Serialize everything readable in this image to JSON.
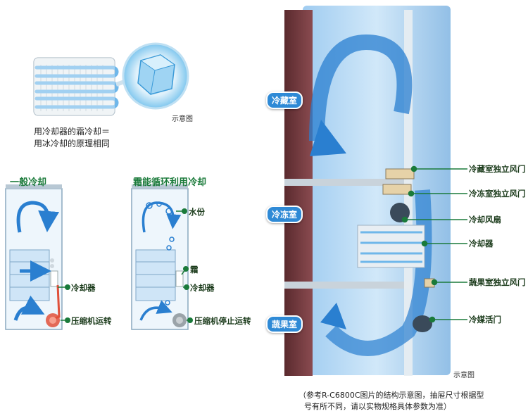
{
  "top_left": {
    "caption_line1": "用冷却器的霜冷却＝",
    "caption_line2": "用冰冷却的原理相同",
    "schematic_note": "示意图"
  },
  "left_diagram": {
    "title": "一般冷却",
    "label_cooler": "冷却器",
    "label_compressor": "压缩机运转"
  },
  "mid_diagram": {
    "title": "霜能循环利用冷却",
    "label_moisture": "水份",
    "label_frost": "霜",
    "label_cooler": "冷却器",
    "label_compressor": "压缩机停止运转"
  },
  "fridge": {
    "zone_fridge": "冷藏室",
    "zone_freezer": "冷冻室",
    "zone_veg": "蔬果室",
    "callouts": [
      "冷藏室独立风门",
      "冷冻室独立风门",
      "冷却风扇",
      "冷却器",
      "蔬果室独立风门",
      "冷媒活门"
    ],
    "schematic_note": "示意图",
    "footnote_line1": "（参考R-C6800C图片的结构示意图，抽屉尺寸根据型",
    "footnote_line2": "号有所不同，请以实物规格具体参数为准）"
  },
  "colors": {
    "accent_green": "#1a7a3a",
    "accent_blue": "#2f8ad6",
    "arrow_blue": "#2a7fd0",
    "compressor_red": "#e0503a"
  }
}
